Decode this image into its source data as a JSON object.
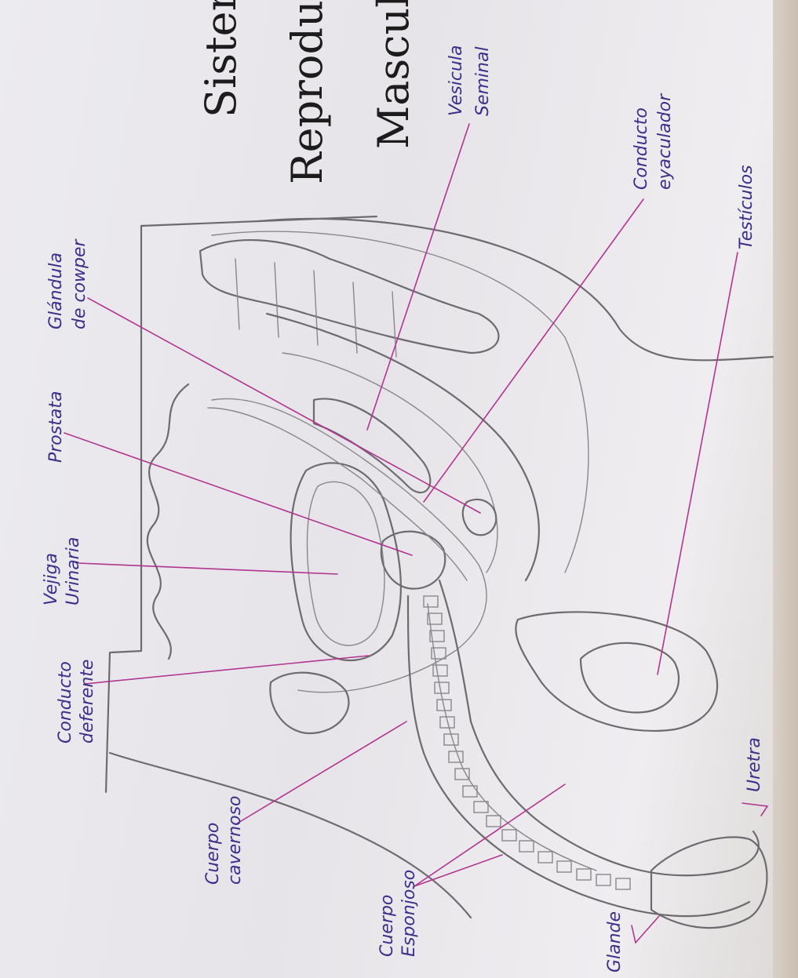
{
  "title": {
    "line1": "Sistem",
    "line2": "Reproduc",
    "line3": "Mascul"
  },
  "labels": {
    "conducto_deferente": [
      "Conducto",
      "deferente"
    ],
    "vejiga_urinaria": [
      "Vejiga",
      "Urinaria"
    ],
    "prostata": [
      "Prostata"
    ],
    "glandula_cowper": [
      "Glándula",
      "de cowper"
    ],
    "vesicula_seminal": [
      "Vesicula",
      "Seminal"
    ],
    "conducto_eyaculador": [
      "Conducto",
      "eyaculador"
    ],
    "testiculos": [
      "Testículos"
    ],
    "uretra": [
      "Uretra"
    ],
    "cuerpo_cavernoso": [
      "Cuerpo",
      "cavernoso"
    ],
    "cuerpo_esponjoso": [
      "Cuerpo",
      "Esponjoso"
    ],
    "glande": [
      "Glande"
    ]
  },
  "colors": {
    "leader": "#b1358f",
    "ink": "#3b2f8a",
    "pencil": "#6d6b70"
  }
}
